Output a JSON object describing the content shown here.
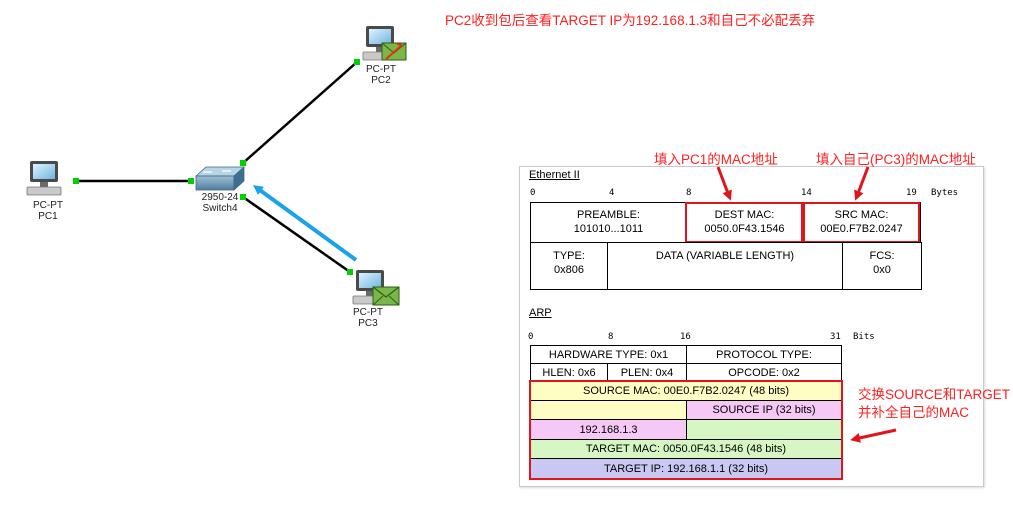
{
  "top_note": "PC2收到包后查看TARGET IP为192.168.1.3和自己不必配丢弃",
  "topology": {
    "pc1": {
      "type": "PC-PT",
      "name": "PC1"
    },
    "pc2": {
      "type": "PC-PT",
      "name": "PC2"
    },
    "pc3": {
      "type": "PC-PT",
      "name": "PC3"
    },
    "switch": {
      "type": "2950-24",
      "name": "Switch4"
    }
  },
  "annotations": {
    "dest_mac_note": "填入PC1的MAC地址",
    "src_mac_note": "填入自己(PC3)的MAC地址",
    "arp_note_line1": "交换SOURCE和TARGET",
    "arp_note_line2": "并补全自己的MAC"
  },
  "ethernet": {
    "title": "Ethernet II",
    "ruler": {
      "t0": "0",
      "t4": "4",
      "t8": "8",
      "t14": "14",
      "t19": "19",
      "unit": "Bytes"
    },
    "preamble_label": "PREAMBLE:",
    "preamble_value": "101010...1011",
    "dest_label": "DEST MAC:",
    "dest_value": "0050.0F43.1546",
    "src_label": "SRC MAC:",
    "src_value": "00E0.F7B2.0247",
    "type_label": "TYPE:",
    "type_value": "0x806",
    "data_label": "DATA (VARIABLE LENGTH)",
    "fcs_label": "FCS:",
    "fcs_value": "0x0"
  },
  "arp": {
    "title": "ARP",
    "ruler": {
      "t0": "0",
      "t8": "8",
      "t16": "16",
      "t31": "31",
      "unit": "Bits"
    },
    "hw_type": "HARDWARE TYPE: 0x1",
    "proto_type": "PROTOCOL TYPE:",
    "hlen": "HLEN: 0x6",
    "plen": "PLEN: 0x4",
    "opcode": "OPCODE: 0x2",
    "source_mac": "SOURCE MAC: 00E0.F7B2.0247 (48 bits)",
    "source_ip_label": "SOURCE IP (32 bits)",
    "source_ip_value": "192.168.1.3",
    "target_mac": "TARGET MAC: 0050.0F43.1546 (48 bits)",
    "target_ip": "TARGET IP: 192.168.1.1 (32 bits)"
  },
  "colors": {
    "annotation_red": "#ff1f1f",
    "arrow_blue": "#1aa3e8",
    "link_green": "#00d000",
    "source_mac_bg": "#fdfdc4",
    "source_ip_bg": "#f6c8f6",
    "target_mac_bg": "#d6f7c4",
    "target_ip_bg": "#c8c8f3"
  }
}
